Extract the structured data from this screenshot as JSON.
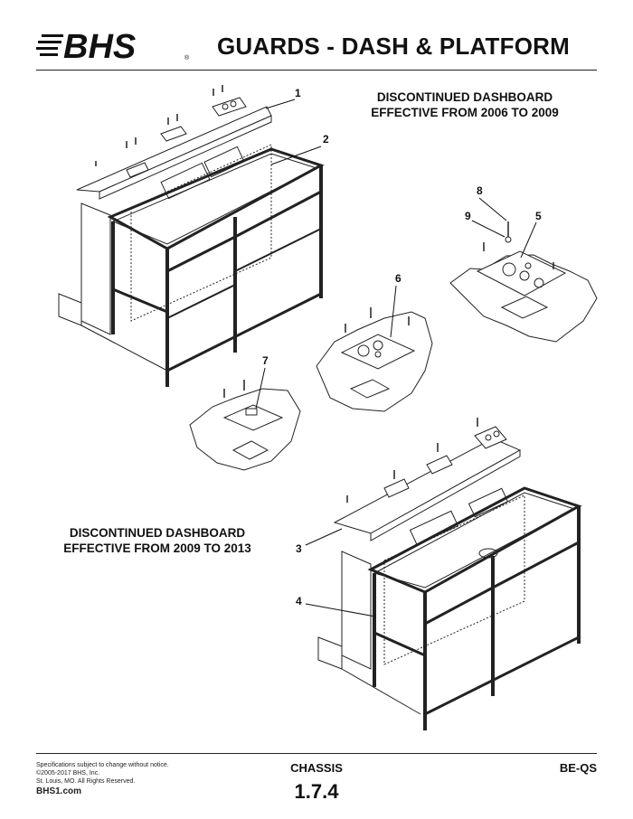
{
  "header": {
    "logo_text": "BHS",
    "title": "GUARDS - DASH & PLATFORM"
  },
  "captions": {
    "top_line1": "DISCONTINUED DASHBOARD",
    "top_line2": "EFFECTIVE FROM 2006 TO 2009",
    "bottom_line1": "DISCONTINUED DASHBOARD",
    "bottom_line2": "EFFECTIVE FROM 2009 TO 2013"
  },
  "callouts": [
    "1",
    "2",
    "3",
    "4",
    "5",
    "6",
    "7",
    "8",
    "9"
  ],
  "footer": {
    "notice_line1": "Specifications subject to change without notice.",
    "notice_line2": "©2005-2017 BHS, Inc.",
    "notice_line3": "St. Louis, MO.  All Rights Reserved.",
    "website": "BHS1.com",
    "section_name": "CHASSIS",
    "section_number": "1.7.4",
    "model": "BE-QS"
  }
}
